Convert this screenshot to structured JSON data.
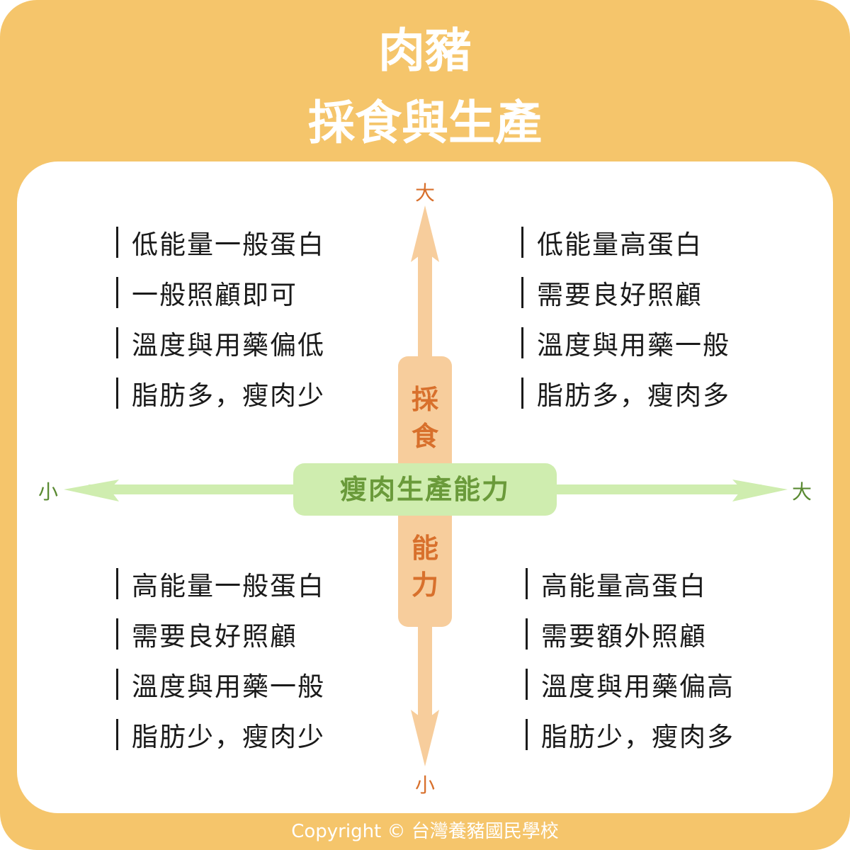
{
  "title": {
    "line1": "肉豬",
    "line2": "採食與生產"
  },
  "axes": {
    "vertical": {
      "label_top": "採食",
      "label_bottom": "能力",
      "end_high": "大",
      "end_low": "小",
      "color": "#f7cd9c",
      "text_color": "#d8702c"
    },
    "horizontal": {
      "label": "瘦肉生產能力",
      "end_high": "大",
      "end_low": "小",
      "color": "#cfedaf",
      "text_color": "#6a9a3a"
    }
  },
  "quadrants": {
    "top_left": [
      "低能量一般蛋白",
      "一般照顧即可",
      "溫度與用藥偏低",
      "脂肪多，瘦肉少"
    ],
    "top_right": [
      "低能量高蛋白",
      "需要良好照顧",
      "溫度與用藥一般",
      "脂肪多，瘦肉多"
    ],
    "bottom_left": [
      "高能量一般蛋白",
      "需要良好照顧",
      "溫度與用藥一般",
      "脂肪少，瘦肉少"
    ],
    "bottom_right": [
      "高能量高蛋白",
      "需要額外照顧",
      "溫度與用藥偏高",
      "脂肪少，瘦肉多"
    ]
  },
  "footer": {
    "copyright": "Copyright © 台灣養豬國民學校"
  },
  "colors": {
    "frame": "#f5c56b",
    "panel": "#ffffff",
    "text": "#1a1a1a"
  }
}
